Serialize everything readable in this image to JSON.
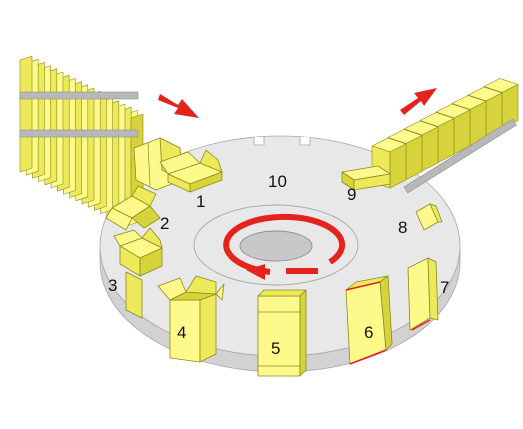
{
  "diagram": {
    "station_labels": {
      "s1": "1",
      "s2": "2",
      "s3": "3",
      "s4": "4",
      "s5": "5",
      "s6": "6",
      "s7": "7",
      "s8": "8",
      "s9": "9",
      "s10": "10"
    }
  },
  "colors": {
    "carton_face": "#fdf98a",
    "carton_side": "#ecea5a",
    "carton_dark": "#d6d43a",
    "carton_outline": "#8c8a1c",
    "turntable_top": "#e8e8e8",
    "turntable_side": "#d2d2d2",
    "turntable_outline": "#a6a6a6",
    "hub": "#c8c8c8",
    "arrow": "#e3231c",
    "rod": "#b8b8b8"
  }
}
